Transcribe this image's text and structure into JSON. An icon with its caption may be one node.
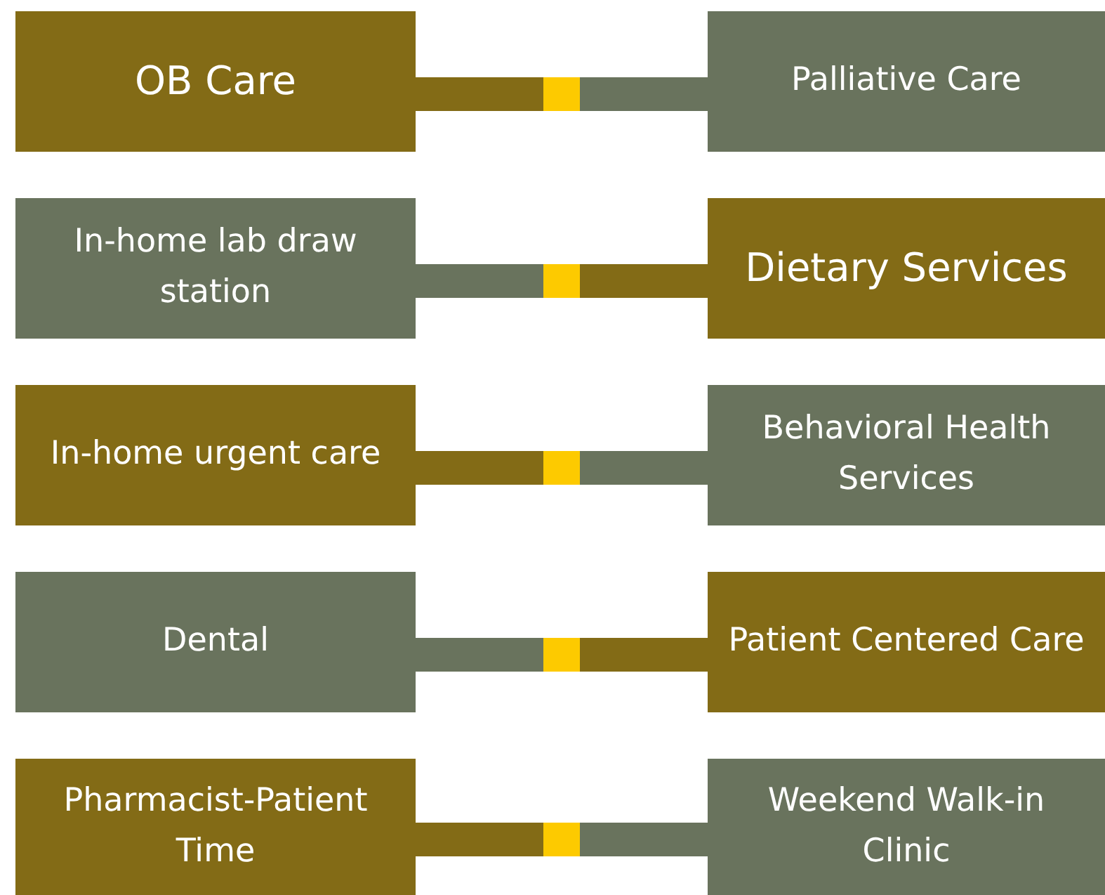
{
  "diagram": {
    "nodes": [
      {
        "text": [
          "OB Care"
        ]
      },
      {
        "text": [
          "Palliative Care"
        ]
      },
      {
        "text": [
          "In-home lab draw station"
        ]
      },
      {
        "text": [
          "Dietary Services"
        ]
      },
      {
        "text": [
          "In-home urgent care"
        ]
      },
      {
        "text": [
          "Behavioral Health Services"
        ]
      },
      {
        "text": [
          "Dental"
        ]
      },
      {
        "text": [
          "Patient Centered Care"
        ]
      },
      {
        "text": [
          "Pharmacist-Patient Time"
        ]
      },
      {
        "text": [
          "Weekend Walk-in Clinic"
        ]
      }
    ],
    "edges": [
      {
        "from": 0,
        "to": 1,
        "arrow": "none"
      },
      {
        "from": 2,
        "to": 3,
        "arrow": "none"
      },
      {
        "from": 4,
        "to": 5,
        "arrow": "none"
      },
      {
        "from": 6,
        "to": 7,
        "arrow": "none"
      },
      {
        "from": 8,
        "to": 9,
        "arrow": "none"
      }
    ]
  }
}
